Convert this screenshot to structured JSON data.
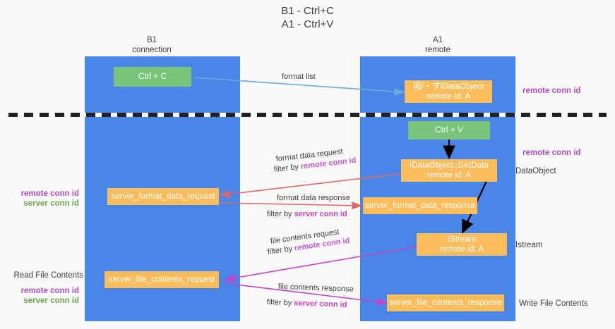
{
  "diagram": {
    "title_line1": "B1 - Ctrl+C",
    "title_line2": "A1 - Ctrl+V",
    "colors": {
      "lane": "#4a86e8",
      "green_node": "#78c47a",
      "orange_node": "#fbbc5c",
      "remote_conn_id": "#b14ec4",
      "server_conn_id": "#6aa84f",
      "divider": "#222222",
      "arrow_format_list": "#6fa8dc",
      "arrow_format_data": "#e06666",
      "arrow_file_contents": "#c742c7",
      "arrow_local": "#000000"
    },
    "lanes": [
      {
        "id": "b1",
        "header_line1": "B1",
        "header_line2": "connection"
      },
      {
        "id": "a1",
        "header_line1": "A1",
        "header_line2": "remote"
      }
    ],
    "nodes": [
      {
        "id": "ctrl-c",
        "type": "green",
        "line1": "Ctrl + C",
        "line2": ""
      },
      {
        "id": "idataobject-remote",
        "type": "orange",
        "line1": "固/・ヺIDataObject",
        "line2": "remote id: A"
      },
      {
        "id": "ctrl-v",
        "type": "green",
        "line1": "Ctrl + V",
        "line2": ""
      },
      {
        "id": "getdata",
        "type": "orange",
        "line1": "IDataObject::GetData",
        "line2": "remote id: A"
      },
      {
        "id": "server-format-data-request",
        "type": "orange",
        "line1": "server_format_data_request",
        "line2": ""
      },
      {
        "id": "server-format-data-response",
        "type": "orange",
        "line1": "server_format_data_response",
        "line2": ""
      },
      {
        "id": "istream",
        "type": "orange",
        "line1": "IStream",
        "line2": "remote id: A"
      },
      {
        "id": "server-file-contents-request",
        "type": "orange",
        "line1": "server_file_contents_request",
        "line2": ""
      },
      {
        "id": "server-file-contents-response",
        "type": "orange",
        "line1": "server_file_contents_response",
        "line2": ""
      }
    ],
    "edge_labels": [
      {
        "id": "format-list",
        "text": "format list",
        "prefix": "",
        "highlight": "",
        "highlight_kind": ""
      },
      {
        "id": "format-data-request",
        "text": "format data request",
        "prefix": "",
        "highlight": "",
        "highlight_kind": ""
      },
      {
        "id": "format-data-request-filter",
        "text": "",
        "prefix": "filter by ",
        "highlight": "remote conn id",
        "highlight_kind": "remote"
      },
      {
        "id": "format-data-response",
        "text": "format data response",
        "prefix": "",
        "highlight": "",
        "highlight_kind": ""
      },
      {
        "id": "format-data-response-filter",
        "text": "",
        "prefix": "filter by ",
        "highlight": "server conn id",
        "highlight_kind": "server"
      },
      {
        "id": "file-contents-request",
        "text": "file contents request",
        "prefix": "",
        "highlight": "",
        "highlight_kind": ""
      },
      {
        "id": "file-contents-request-filter",
        "text": "",
        "prefix": "filter by ",
        "highlight": "remote conn id",
        "highlight_kind": "remote"
      },
      {
        "id": "file-contents-response",
        "text": "file contents response",
        "prefix": "",
        "highlight": "",
        "highlight_kind": ""
      },
      {
        "id": "file-contents-response-filter",
        "text": "",
        "prefix": "filter by ",
        "highlight": "server conn id",
        "highlight_kind": "server"
      }
    ],
    "annotations": {
      "right_remote_conn_id_top": "remote conn id",
      "right_remote_conn_id_mid": "remote conn id",
      "right_dataobject": "DataObject",
      "right_istream": "Istream",
      "right_write_file_contents": "Write File Contents",
      "left_remote_conn_id_mid": "remote conn id",
      "left_server_conn_id_mid": "server conn id",
      "left_read_file_contents": "Read File Contents",
      "left_remote_conn_id_bottom": "remote conn id",
      "left_server_conn_id_bottom": "server conn id"
    }
  }
}
